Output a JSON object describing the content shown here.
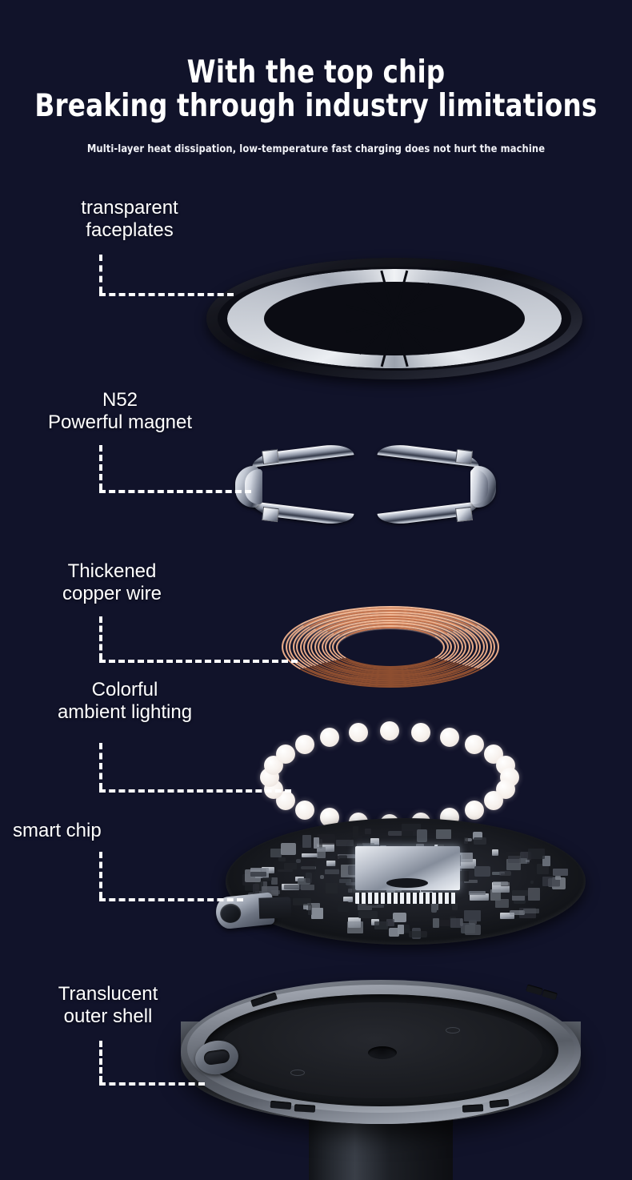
{
  "page": {
    "background_color": "#11132a",
    "text_color": "#ffffff",
    "accent_line_color": "#ffffff"
  },
  "header": {
    "headline_line1": "With the top chip",
    "headline_line2": "Breaking through industry limitations",
    "subtitle": "Multi-layer heat dissipation, low-temperature fast charging does not hurt the machine"
  },
  "callouts": [
    {
      "id": "transparent-faceplates",
      "label": "transparent\nfaceplates",
      "layer": "faceplate"
    },
    {
      "id": "powerful-magnet",
      "label": "N52\nPowerful magnet",
      "layer": "magnet"
    },
    {
      "id": "thickened-copper-wire",
      "label": "Thickened\ncopper wire",
      "layer": "copper-coil"
    },
    {
      "id": "colorful-ambient-lighting",
      "label": "Colorful\nambient lighting",
      "layer": "led-ring"
    },
    {
      "id": "smart-chip",
      "label": "smart chip",
      "layer": "pcb"
    },
    {
      "id": "translucent-outer-shell",
      "label": "Translucent\nouter shell",
      "layer": "outer-shell"
    }
  ],
  "layers": {
    "faceplate": {
      "name": "transparent faceplate disc",
      "segment_count": 12,
      "center_icon": "lightning-bolt-icon",
      "segment_color": "#c6cbd4",
      "body_color": "#0c0d15"
    },
    "magnet": {
      "name": "N52 magnet ring",
      "arc_count": 4,
      "finish_color": "#c9cfd9"
    },
    "copper_coil": {
      "name": "thickened copper wire coil",
      "turn_count": 16,
      "wire_color": "#d9885e"
    },
    "led_ring": {
      "name": "colorful ambient lighting ring",
      "led_count": 24,
      "led_color": "#f7f2ee"
    },
    "pcb": {
      "name": "smart chip circuit board",
      "main_ic": "central-ic-chip",
      "connector": "usb-c-port",
      "board_color": "#1a1c22"
    },
    "outer_shell": {
      "name": "translucent outer shell",
      "vent_count": 8,
      "port": "usb-c-cutout",
      "shell_color": "#787d87"
    }
  }
}
